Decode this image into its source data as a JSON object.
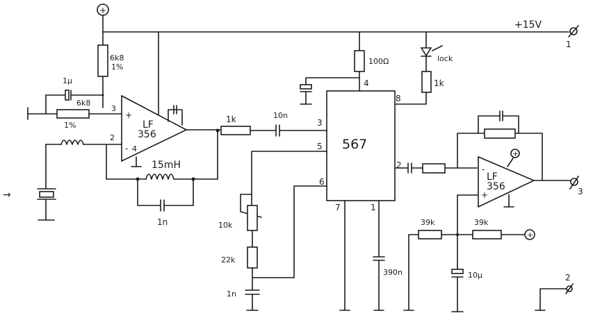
{
  "diagram": {
    "type": "circuit-schematic",
    "supply_rail": {
      "label": "+15V",
      "terminal": "1"
    },
    "terminals": [
      {
        "id": "1",
        "label": "1",
        "net": "+15V"
      },
      {
        "id": "2",
        "label": "2",
        "net": "ground"
      },
      {
        "id": "3",
        "label": "3",
        "net": "output"
      }
    ],
    "power_symbol": "+",
    "input_arrow": "→",
    "op_amps": [
      {
        "id": "U1",
        "label_line1": "LF",
        "label_line2": "356",
        "pins": {
          "noninv": "3",
          "inv": "2",
          "v_minus": "4"
        },
        "plus": "+",
        "minus": "-"
      },
      {
        "id": "U3",
        "label_line1": "LF",
        "label_line2": "356",
        "plus": "+",
        "minus": "-"
      }
    ],
    "ic": {
      "id": "U2",
      "label": "567",
      "pins": [
        "1",
        "2",
        "3",
        "4",
        "5",
        "6",
        "7",
        "8"
      ]
    },
    "components": {
      "r_bias_top": {
        "value": "6k8",
        "tolerance": "1%"
      },
      "r_bias_in": {
        "value": "6k8",
        "tolerance": "1%"
      },
      "c_bias": {
        "value": "1µ"
      },
      "l_feedback": {
        "value": "15mH"
      },
      "c_feedback": {
        "value": "1n"
      },
      "r_coupling": {
        "value": "1k"
      },
      "c_coupling": {
        "value": "10n"
      },
      "r_supply_567": {
        "value": "100Ω"
      },
      "led": {
        "label": "lock"
      },
      "r_led": {
        "value": "1k"
      },
      "pot_timing": {
        "value": "10k"
      },
      "r_timing": {
        "value": "22k"
      },
      "c_timing": {
        "value": "1n"
      },
      "c_loop": {
        "value": "390n"
      },
      "r_div_left": {
        "value": "39k"
      },
      "r_div_right": {
        "value": "39k"
      },
      "c_div": {
        "value": "10µ"
      }
    }
  }
}
